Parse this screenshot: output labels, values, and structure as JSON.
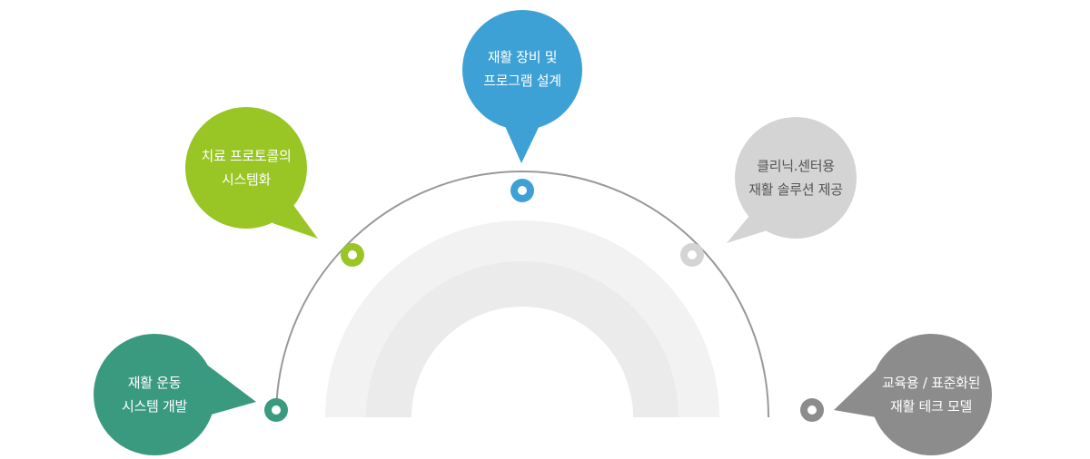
{
  "items": [
    {
      "id": "rehab-exercise",
      "lines": [
        "재활 운동",
        "시스템 개발"
      ],
      "color": "#3a9a80",
      "text_color": "#ffffff"
    },
    {
      "id": "therapy-protocol",
      "lines": [
        "치료 프로토콜의",
        "시스템화"
      ],
      "color": "#99c525",
      "text_color": "#ffffff"
    },
    {
      "id": "rehab-equipment",
      "lines": [
        "재활 장비 및",
        "프로그램 설계"
      ],
      "color": "#3ea1d5",
      "text_color": "#ffffff"
    },
    {
      "id": "clinic-solution",
      "lines": [
        "클리닉.센터용",
        "재활 솔루션 제공"
      ],
      "color": "#d4d4d4",
      "text_color": "#555555"
    },
    {
      "id": "education-model",
      "lines": [
        "교육용 / 표준화된",
        "재활 테크 모델"
      ],
      "color": "#8c8c8c",
      "text_color": "#ffffff"
    }
  ],
  "colors": {
    "arc": "#999999",
    "band_outer": "#f2f2f2",
    "band_inner": "#ebebeb"
  }
}
